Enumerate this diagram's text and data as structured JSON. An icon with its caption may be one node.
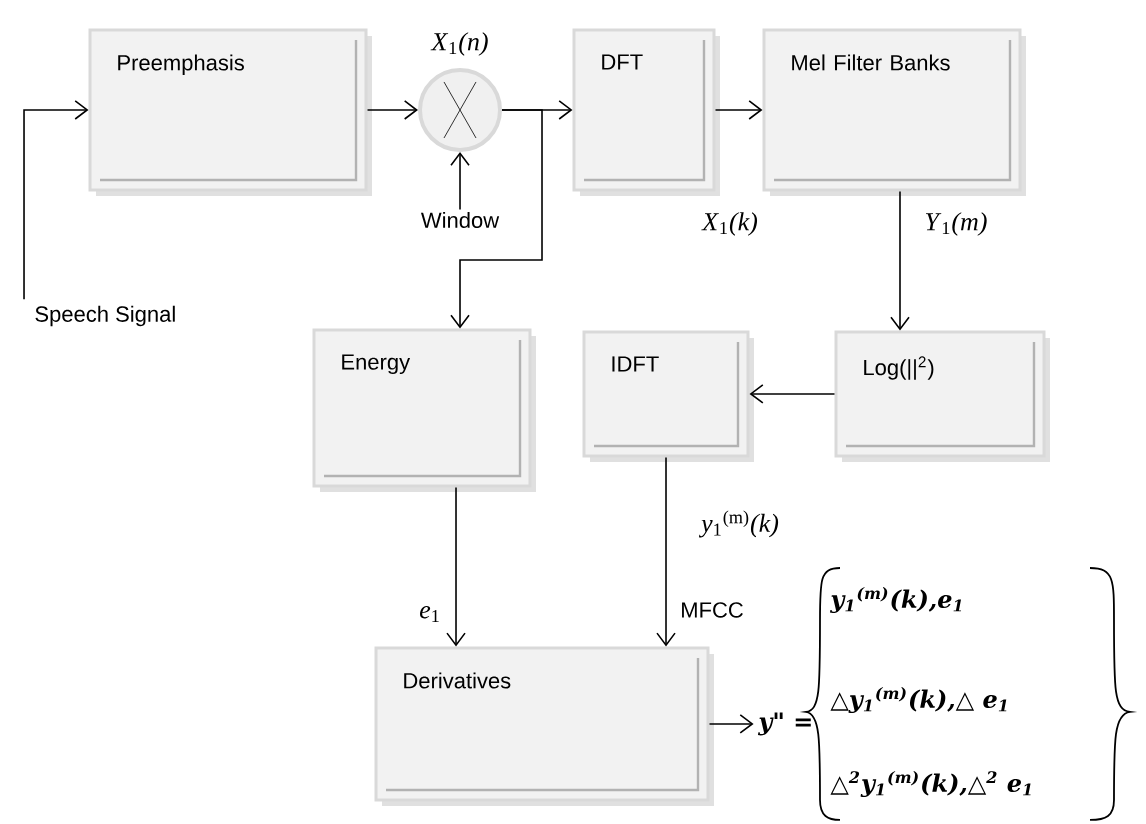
{
  "diagram": {
    "nodes": [
      {
        "text": [
          "Preemphasis"
        ]
      },
      {
        "text": [],
        "shape": "circle",
        "beside": [
          "*X*$_{1}$*(n)*"
        ]
      },
      {
        "text": [
          "DFT"
        ]
      },
      {
        "text": [
          "Mel Filter Banks"
        ]
      },
      {
        "text": [
          "Log(||$^{2}$)"
        ]
      },
      {
        "text": [
          "IDFT"
        ]
      },
      {
        "text": [
          "Energy"
        ]
      },
      {
        "text": [
          "Derivatives"
        ]
      },
      {
        "text": [
          "Speech Signal"
        ]
      },
      {
        "text": [
          "Window"
        ]
      },
      {
        "text": [
          "y\" =",
          "y$_{1}$$^{(m)}$(k),e$_{1}$",
          "△y$_{1}$$^{(m)}$(k),△ e$_{1}$",
          "△$^{2}$y$_{1}$$^{(m)}$(k),△$^{2}$ e$_{1}$"
        ]
      }
    ],
    "edges": [
      {
        "from": 8,
        "to": 0,
        "arrow": "to"
      },
      {
        "from": 0,
        "to": 1,
        "arrow": "to"
      },
      {
        "from": 9,
        "to": 1,
        "arrow": "to"
      },
      {
        "from": 1,
        "to": 2,
        "arrow": "to"
      },
      {
        "from": 1,
        "to": 6,
        "arrow": "to"
      },
      {
        "from": 2,
        "to": 3,
        "arrow": "to",
        "label": "*X*$_{1}$*(k)*"
      },
      {
        "from": 3,
        "to": 4,
        "arrow": "to",
        "label": "*Y*$_{1}$*(m)*"
      },
      {
        "from": 4,
        "to": 5,
        "arrow": "to"
      },
      {
        "from": 6,
        "to": 7,
        "arrow": "to",
        "label": "*e*$_{1}$"
      },
      {
        "from": 5,
        "to": 7,
        "arrow": "to",
        "label": "MFCC"
      },
      {
        "from": 7,
        "to": 10,
        "arrow": "to"
      }
    ],
    "labels": [
      "*y*$_{1}$$^{(m)}$*(k)*"
    ]
  }
}
